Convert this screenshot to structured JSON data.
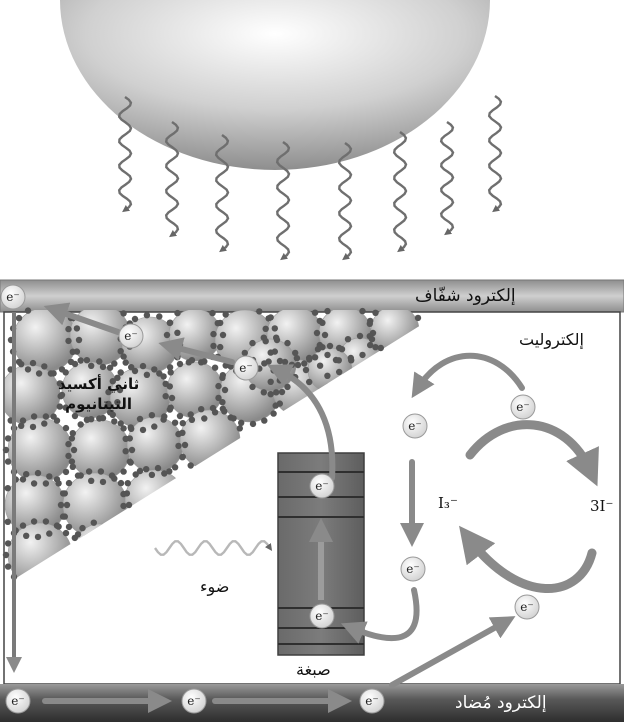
{
  "labels": {
    "transparent_electrode": "إلكترود شفّاف",
    "counter_electrode": "إلكترود مُضاد",
    "electrolyte": "إلكتروليت",
    "tio2_line1": "ثاني أكسيد",
    "tio2_line2": "التيتانيوم",
    "light": "ضوء",
    "dye": "صبغة",
    "triiodide": "I₃⁻",
    "iodide": "3I⁻",
    "electron": "e⁻"
  },
  "colors": {
    "arrow": "#8a8a8a",
    "electrode_bar": "#6e6e6e",
    "particle_dot": "#555555",
    "electron_fill": "#e4e4e4"
  },
  "icons": [
    "sun-shape",
    "light-wave-icon",
    "electron-icon",
    "arrow-icon"
  ]
}
